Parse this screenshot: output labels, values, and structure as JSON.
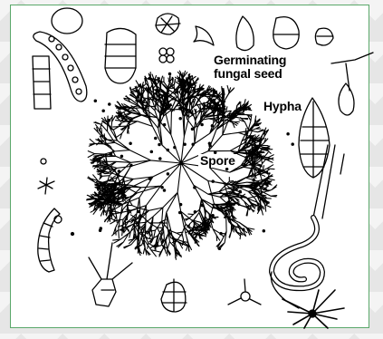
{
  "labels": {
    "germinating": "Germinating",
    "fungal_seed": "fungal seed",
    "hypha": "Hypha",
    "spore": "Spore"
  },
  "colors": {
    "frame_border": "#5aa86a",
    "ink": "#000000",
    "background": "#ffffff"
  }
}
